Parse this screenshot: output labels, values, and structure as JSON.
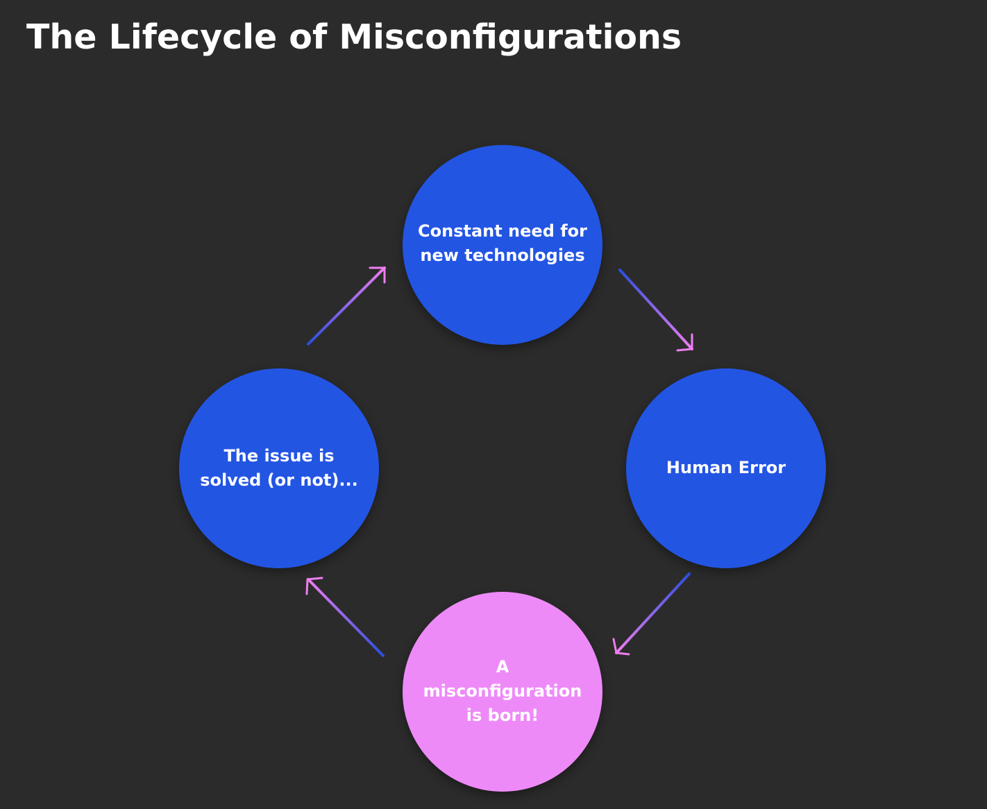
{
  "title": "The Lifecycle of Misconfigurations",
  "colors": {
    "background": "#2b2b2b",
    "node_blue": "#2355e3",
    "node_pink": "#ee8af8",
    "arrow_pink": "#f07ef0",
    "arrow_blue": "#2a4fe0",
    "text": "#ffffff"
  },
  "nodes": {
    "top": {
      "label": "Constant need for\nnew technologies"
    },
    "right": {
      "label": "Human Error"
    },
    "bottom": {
      "label": "A\nmisconfiguration\nis born!"
    },
    "left": {
      "label": "The issue is\nsolved (or not)..."
    }
  }
}
